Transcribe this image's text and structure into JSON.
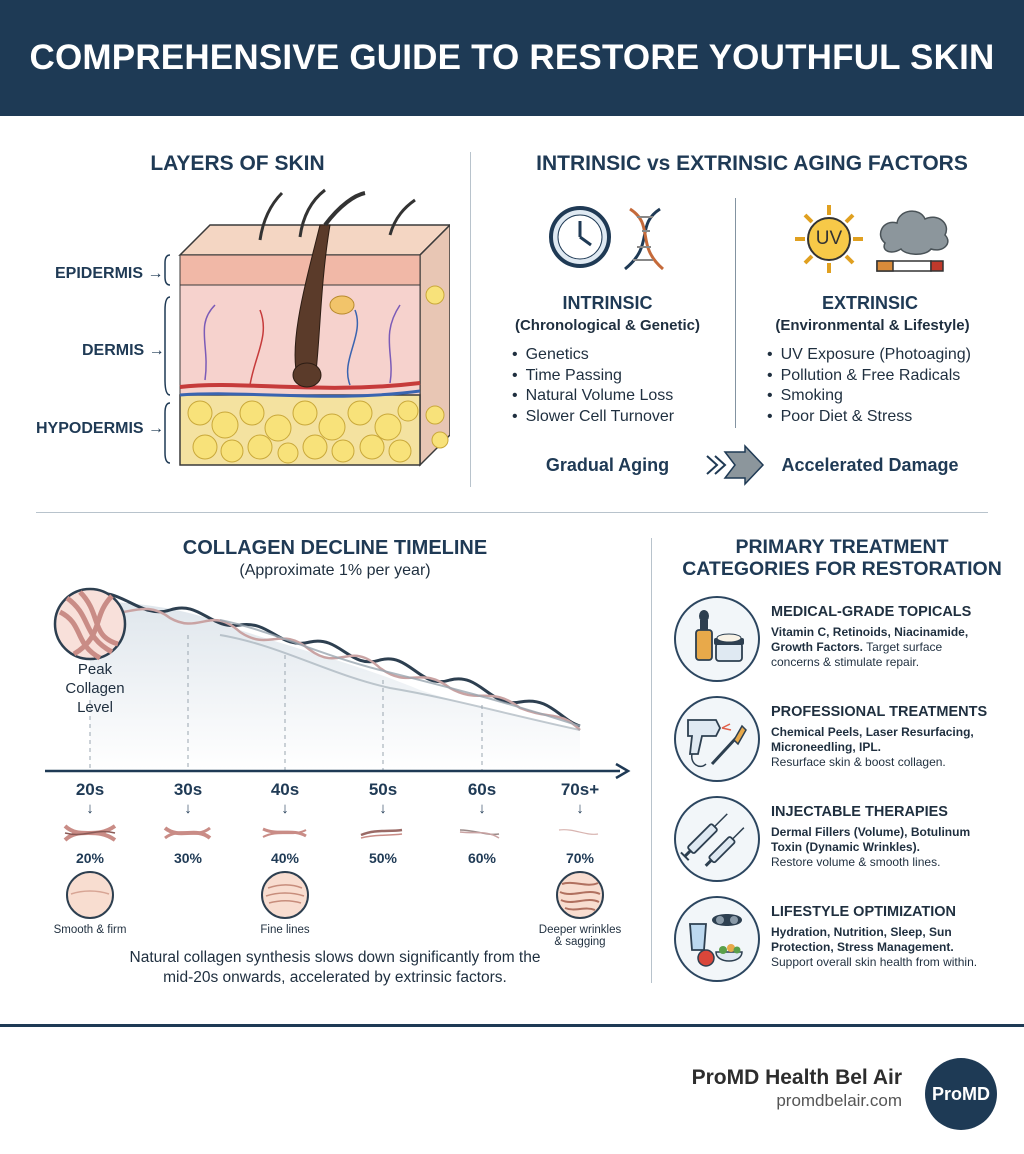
{
  "header": {
    "title": "COMPREHENSIVE GUIDE TO RESTORE YOUTHFUL SKIN"
  },
  "skin_layers": {
    "title": "LAYERS OF SKIN",
    "labels": [
      "EPIDERMIS",
      "DERMIS",
      "HYPODERMIS"
    ]
  },
  "aging": {
    "title": "INTRINSIC vs EXTRINSIC AGING FACTORS",
    "uv_badge": "UV",
    "intrinsic": {
      "heading": "INTRINSIC",
      "subheading": "(Chronological & Genetic)",
      "items": [
        "Genetics",
        "Time Passing",
        "Natural Volume Loss",
        "Slower Cell Turnover"
      ],
      "result": "Gradual Aging"
    },
    "extrinsic": {
      "heading": "EXTRINSIC",
      "subheading": "(Environmental & Lifestyle)",
      "items": [
        "UV Exposure (Photoaging)",
        "Pollution & Free Radicals",
        "Smoking",
        "Poor Diet & Stress"
      ],
      "result": "Accelerated Damage"
    }
  },
  "timeline": {
    "title": "COLLAGEN DECLINE TIMELINE",
    "subtitle": "(Approximate 1% per year)",
    "peak_label": [
      "Peak",
      "Collagen",
      "Level"
    ],
    "decades": [
      "20s",
      "30s",
      "40s",
      "50s",
      "60s",
      "70s+"
    ],
    "loss": [
      "20%",
      "30%",
      "40%",
      "50%",
      "60%",
      "70%"
    ],
    "skin_states": [
      "Smooth & firm",
      "Fine lines",
      "Deeper wrinkles",
      "& sagging"
    ],
    "note_line1": "Natural collagen synthesis slows down significantly from the",
    "note_line2": "mid-20s onwards, accelerated by extrinsic factors."
  },
  "treatments": {
    "title_line1": "PRIMARY TREATMENT",
    "title_line2": "CATEGORIES FOR RESTORATION",
    "items": [
      {
        "title": "MEDICAL-GRADE TOPICALS",
        "bold1": "Vitamin C, Retinoids, Niacinamide,",
        "bold2": "Growth Factors.",
        "rest2": " Target surface",
        "line3": "concerns & stimulate repair."
      },
      {
        "title": "PROFESSIONAL TREATMENTS",
        "bold1": "Chemical Peels, Laser Resurfacing,",
        "bold2": "Microneedling, IPL.",
        "rest2": "",
        "line3": "Resurface skin & boost collagen."
      },
      {
        "title": "INJECTABLE THERAPIES",
        "bold1": "Dermal Fillers (Volume), Botulinum",
        "bold2": "Toxin (Dynamic Wrinkles).",
        "rest2": "",
        "line3": "Restore volume & smooth lines."
      },
      {
        "title": "LIFESTYLE OPTIMIZATION",
        "bold1": "Hydration, Nutrition, Sleep, Sun",
        "bold2": "Protection, Stress Management.",
        "rest2": "",
        "line3": "Support overall skin health from within."
      }
    ]
  },
  "footer": {
    "brand": "ProMD Health Bel Air",
    "url": "promdbelair.com",
    "logo_text": "ProMD"
  }
}
